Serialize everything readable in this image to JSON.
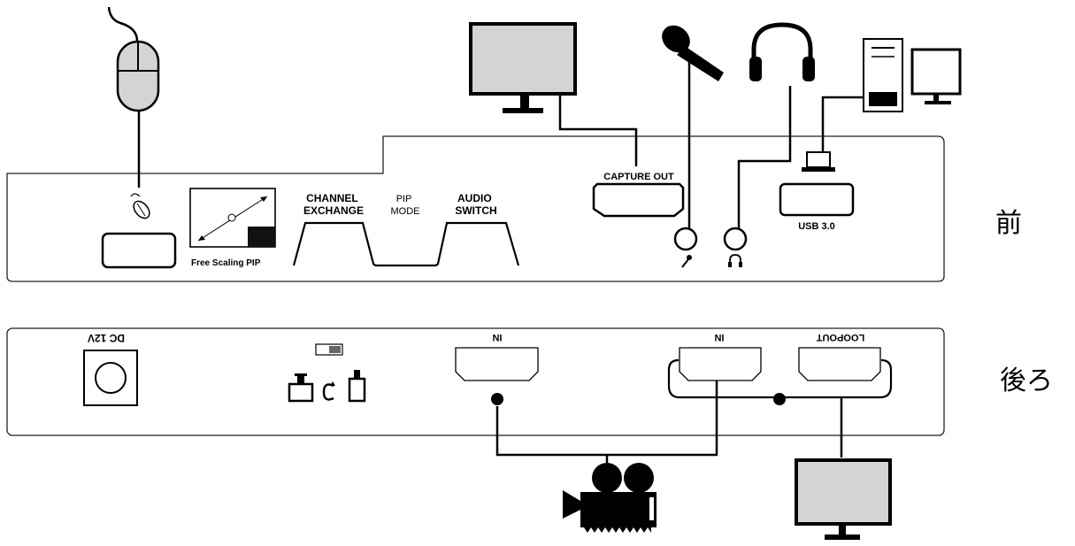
{
  "side_labels": {
    "front": "前",
    "back": "後ろ"
  },
  "front_panel": {
    "free_scaling_pip": "Free Scaling PIP",
    "channel_exchange_line1": "CHANNEL",
    "channel_exchange_line2": "EXCHANGE",
    "pip_mode_line1": "PIP",
    "pip_mode_line2": "MODE",
    "audio_switch_line1": "AUDIO",
    "audio_switch_line2": "SWITCH",
    "capture_out": "CAPTURE OUT",
    "usb": "USB 3.0"
  },
  "back_panel": {
    "dc": "DC 12V",
    "hdmi_in_2": "IN",
    "hdmi_in_1": "IN",
    "loopout": "LOOPOUT"
  }
}
